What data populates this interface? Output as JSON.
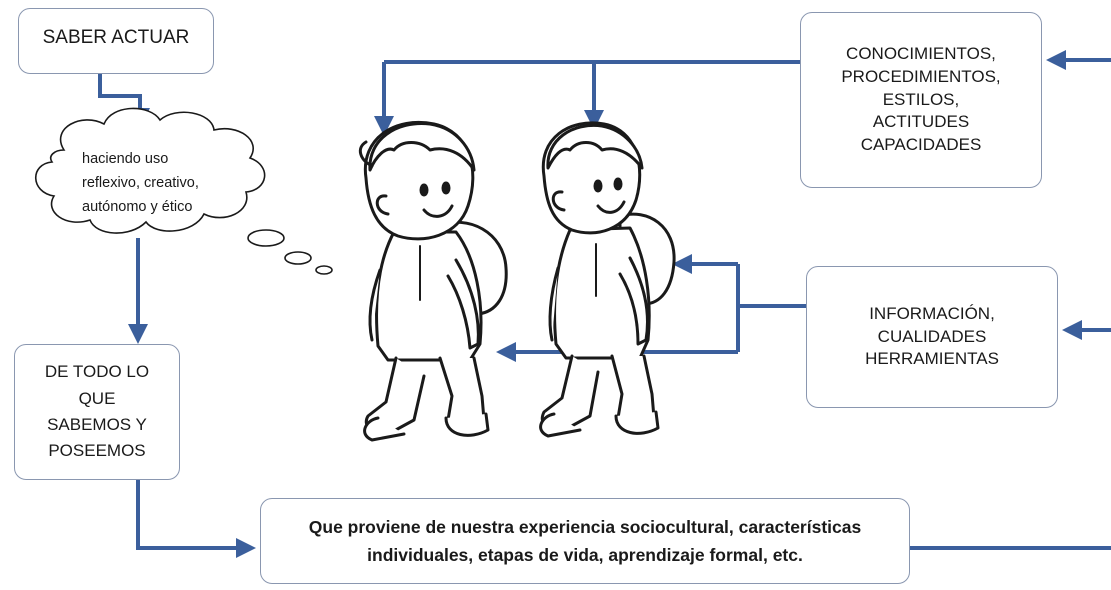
{
  "boxes": {
    "saber_actuar": "SABER ACTUAR",
    "conocimientos": "CONOCIMIENTOS,\nPROCEDIMIENTOS,\nESTILOS,\nACTITUDES\nCAPACIDADES",
    "informacion": "INFORMACIÓN,\nCUALIDADES\nHERRAMIENTAS",
    "de_todo": "DE TODO LO\nQUE\nSABEMOS Y\nPOSEEMOS",
    "experiencia": "Que proviene de nuestra experiencia sociocultural, características\nindividuales, etapas de vida, aprendizaje formal, etc."
  },
  "cloud": {
    "text": "haciendo uso\nreflexivo, creativo,\nautónomo y ético"
  },
  "colors": {
    "arrow": "#3b5f9c",
    "box_border": "#8a97b0",
    "ink": "#1a1a1a"
  },
  "icons": [
    "thought-cloud-icon",
    "walking-child-icon"
  ]
}
